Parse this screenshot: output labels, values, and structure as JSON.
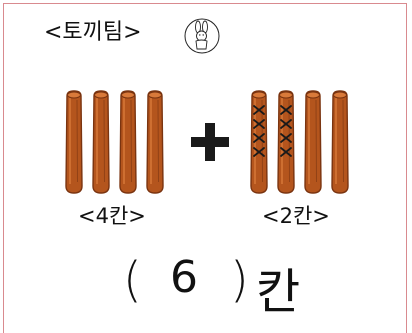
{
  "team": {
    "label": "<토끼팀>",
    "mascot": "rabbit-icon"
  },
  "left_group": {
    "label": "<4칸>",
    "count": 4,
    "crossed": 0
  },
  "right_group": {
    "label": "<2칸>",
    "count": 4,
    "crossed": 2
  },
  "operator": "+",
  "answer": {
    "open": "(",
    "value": "6",
    "close": ")",
    "unit": "칸"
  },
  "colors": {
    "stick": "#b4551d",
    "stick_dark": "#7a3410",
    "stick_light": "#d97a3a",
    "border": "#d98a8f"
  }
}
